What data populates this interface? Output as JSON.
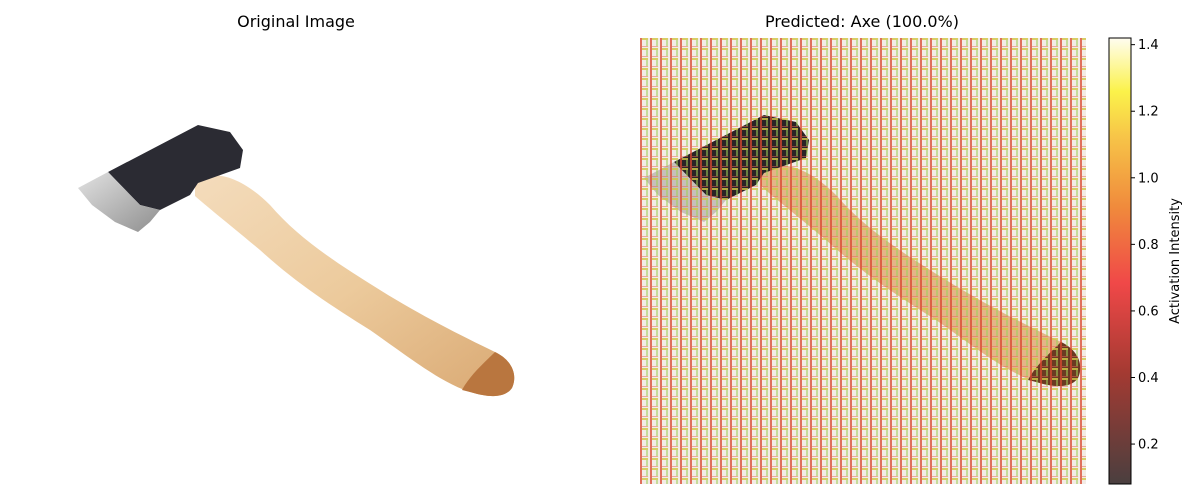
{
  "panels": {
    "left_title": "Original Image",
    "right_title": "Predicted: Axe (100.0%)"
  },
  "chart_data": {
    "type": "heatmap",
    "subject": "axe",
    "prediction": {
      "label": "Axe",
      "confidence_text": "100.0%"
    },
    "colorbar": {
      "label": "Activation Intensity",
      "colormap": "hot",
      "range": [
        0.08,
        1.42
      ],
      "ticks": [
        0.2,
        0.4,
        0.6,
        0.8,
        1.0,
        1.2,
        1.4
      ],
      "tick_labels": [
        "0.2",
        "0.4",
        "0.6",
        "0.8",
        "1.0",
        "1.2",
        "1.4"
      ]
    },
    "overlay_pattern": "repeating grid activation overlay",
    "axes_visible": false
  },
  "colors": {
    "axe_head": "#2b2b33",
    "axe_blade": "#b9b9b9",
    "handle_light": "#f2d9b4",
    "handle_mid": "#e2bc8a",
    "handle_end": "#a8683a",
    "overlay_red": "#d9462f",
    "overlay_yellow": "#d9d04a",
    "background": "#f3ece6"
  }
}
